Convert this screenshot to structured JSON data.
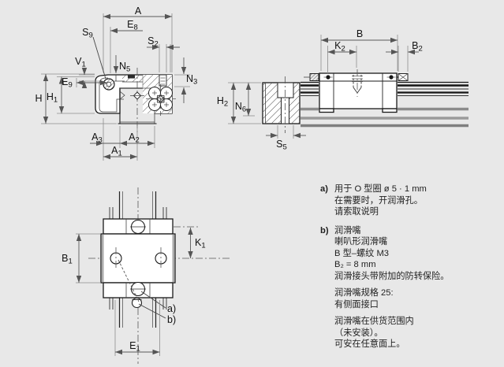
{
  "colors": {
    "background": "#e8e8e8",
    "line": "#1a1a1a",
    "dimension": "#5a5a5a",
    "shadow": "#a8a8a8"
  },
  "cross_section_view": {
    "labels": {
      "A": {
        "m": "A",
        "s": ""
      },
      "E8": {
        "m": "E",
        "s": "8"
      },
      "S9": {
        "m": "S",
        "s": "9"
      },
      "S2": {
        "m": "S",
        "s": "2"
      },
      "V1": {
        "m": "V",
        "s": "1"
      },
      "N5": {
        "m": "N",
        "s": "5"
      },
      "N3": {
        "m": "N",
        "s": "3"
      },
      "E9": {
        "m": "E",
        "s": "9"
      },
      "H": {
        "m": "H",
        "s": ""
      },
      "H1": {
        "m": "H",
        "s": "1"
      },
      "A3": {
        "m": "A",
        "s": "3"
      },
      "A2": {
        "m": "A",
        "s": "2"
      },
      "A1": {
        "m": "A",
        "s": "1"
      }
    }
  },
  "side_view": {
    "labels": {
      "B": {
        "m": "B",
        "s": ""
      },
      "K2": {
        "m": "K",
        "s": "2"
      },
      "B2": {
        "m": "B",
        "s": "2"
      },
      "H2": {
        "m": "H",
        "s": "2"
      },
      "N6": {
        "m": "N",
        "s": "6"
      },
      "S5": {
        "m": "S",
        "s": "5"
      }
    }
  },
  "top_view": {
    "labels": {
      "B1": {
        "m": "B",
        "s": "1"
      },
      "K1": {
        "m": "K",
        "s": "1"
      },
      "E1": {
        "m": "E",
        "s": "1"
      }
    },
    "callouts": {
      "a": "a)",
      "b": "b)"
    }
  },
  "notes": {
    "a": {
      "tag": "a)",
      "lines": [
        "用于 O 型圈 ø 5 · 1 mm",
        "在需要时，开润滑孔。",
        "请索取说明"
      ]
    },
    "b": {
      "tag": "b)",
      "groups": [
        {
          "lines": [
            "润滑嘴",
            "喇叭形润滑嘴",
            "B 型–螺纹 M3",
            "B₂ = 8 mm",
            "润滑接头带附加的防转保险。"
          ]
        },
        {
          "lines": [
            "润滑嘴规格 25:",
            "有侧面接口"
          ]
        },
        {
          "lines": [
            "润滑嘴在供货范围内",
            "（未安装）。",
            "可安在任意面上。"
          ]
        }
      ]
    }
  }
}
